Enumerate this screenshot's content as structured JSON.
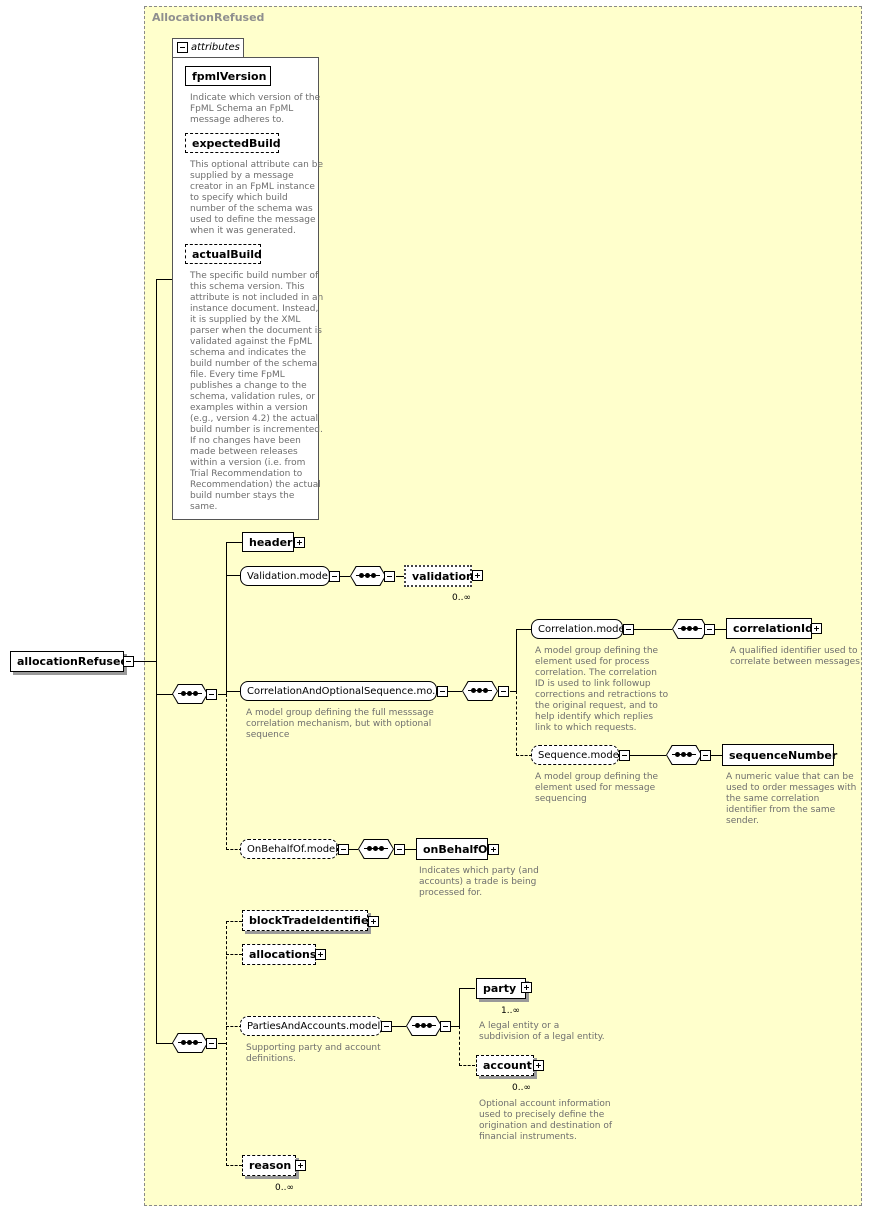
{
  "diagram": {
    "frame_title": "AllocationRefused",
    "root": {
      "label": "allocationRefused"
    },
    "attributes_tab": "attributes",
    "attributes": [
      {
        "name": "fpmlVersion",
        "doc": "Indicate which version of the\nFpML Schema an FpML\nmessage adheres to."
      },
      {
        "name": "expectedBuild",
        "doc": "This optional attribute can be\nsupplied by a message\ncreator in an FpML instance\nto specify which build\nnumber of the schema was\nused to define the message\nwhen it was generated."
      },
      {
        "name": "actualBuild",
        "doc": "The specific build number of\nthis schema version. This\nattribute is not included in an\ninstance document. Instead,\nit is supplied by the XML\nparser when the document is\nvalidated against the FpML\nschema and indicates the\nbuild number of the schema\nfile. Every time FpML\npublishes a change to the\nschema, validation rules, or\nexamples within a version\n(e.g., version 4.2) the actual\nbuild number is incremented.\nIf no changes have been\nmade between releases\nwithin a version (i.e. from\nTrial Recommendation to\nRecommendation) the actual\nbuild number stays the\nsame."
      }
    ],
    "header": {
      "label": "header"
    },
    "validation_model": {
      "label": "Validation.model"
    },
    "validation": {
      "label": "validation",
      "cardinality": "0..∞"
    },
    "correlation_seq": {
      "label": "CorrelationAndOptionalSequence.mo...",
      "doc": "A model group defining the full messsage\ncorrelation mechanism, but with optional\nsequence"
    },
    "correlation_model": {
      "label": "Correlation.model",
      "doc": "A model group defining the\nelement used for process\ncorrelation. The correlation\nID is used to link followup\ncorrections and retractions to\nthe original request, and to\nhelp identify which replies\nlink to which requests."
    },
    "correlation_id": {
      "label": "correlationId",
      "doc": "A qualified identifier used to\ncorrelate between messages"
    },
    "sequence_model": {
      "label": "Sequence.model",
      "doc": "A model group defining the\nelement used for message\nsequencing"
    },
    "sequence_number": {
      "label": "sequenceNumber",
      "doc": "A numeric value that can be\nused to order messages with\nthe same correlation\nidentifier from the same\nsender."
    },
    "on_behalf_model": {
      "label": "OnBehalfOf.model"
    },
    "on_behalf_of": {
      "label": "onBehalfOf",
      "doc": "Indicates which party (and\naccounts) a trade is being\nprocessed for."
    },
    "block_trade_identifier": {
      "label": "blockTradeIdentifier"
    },
    "allocations": {
      "label": "allocations"
    },
    "parties_model": {
      "label": "PartiesAndAccounts.model",
      "doc": "Supporting party and account\ndefinitions."
    },
    "party": {
      "label": "party",
      "cardinality": "1..∞",
      "doc": "A legal entity or a\nsubdivision of a legal entity."
    },
    "account": {
      "label": "account",
      "cardinality": "0..∞",
      "doc": "Optional account information\nused to precisely define the\norigination and destination of\nfinancial instruments."
    },
    "reason": {
      "label": "reason",
      "cardinality": "0..∞"
    }
  }
}
